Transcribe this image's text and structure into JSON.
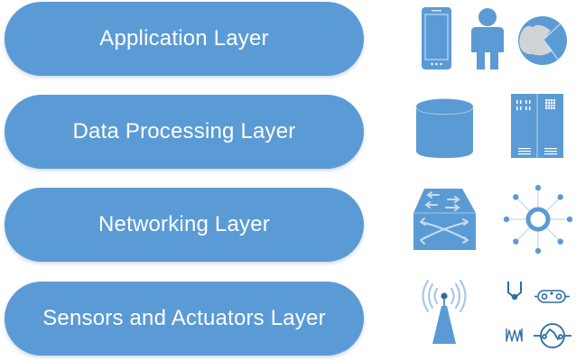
{
  "diagram": {
    "title": "IoT Architecture Layers",
    "colors": {
      "layer_fill": "#5b9bd5",
      "icon_fill": "#5b9bd5",
      "icon_light": "#a9c8e8",
      "icon_gray": "#d0d4d8",
      "text": "#ffffff",
      "icon_stroke": "#2e6da4"
    },
    "layers": [
      {
        "label": "Application Layer",
        "icons": [
          "smartphone-icon",
          "person-icon",
          "disc-app-icon"
        ]
      },
      {
        "label": "Data Processing Layer",
        "icons": [
          "database-icon",
          "server-rack-icon"
        ]
      },
      {
        "label": "Networking Layer",
        "icons": [
          "network-switch-icon",
          "network-hub-icon"
        ]
      },
      {
        "label": "Sensors and Actuators Layer",
        "icons": [
          "antenna-tower-icon",
          "gripper-actuator-icon",
          "conveyor-icon",
          "heater-coil-icon",
          "ac-motor-icon"
        ]
      }
    ]
  }
}
